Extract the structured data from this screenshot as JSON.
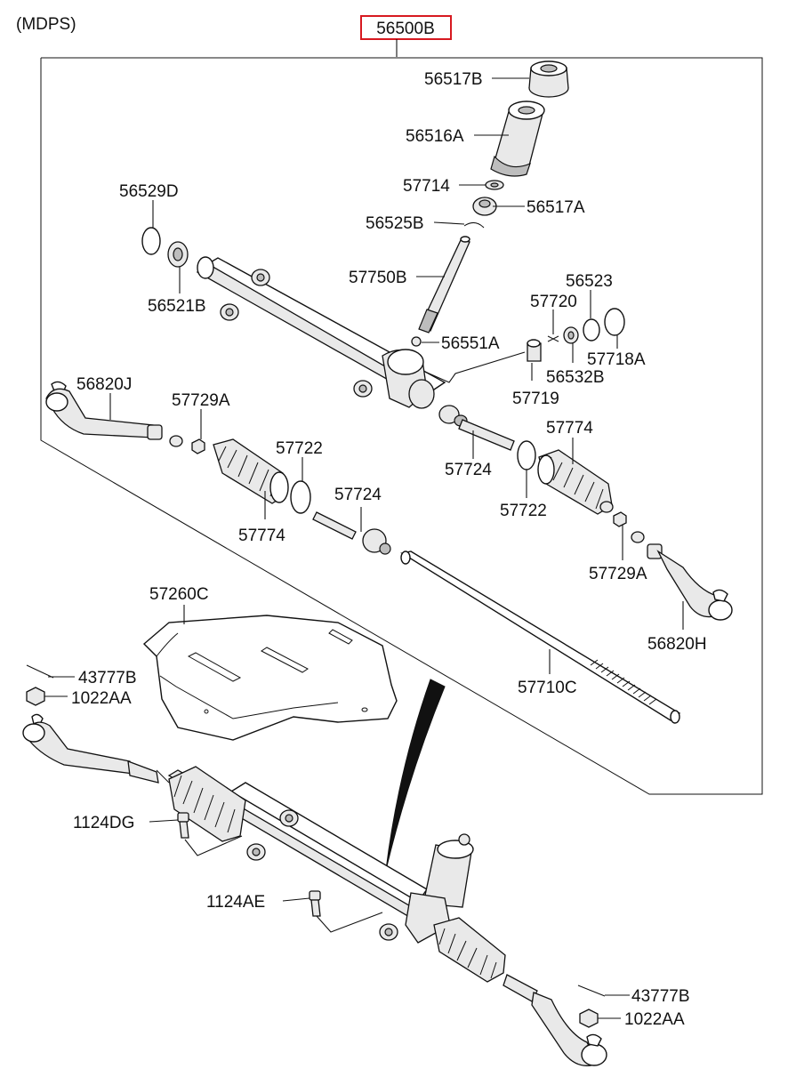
{
  "header": {
    "variant_label": "(MDPS)",
    "assembly_part_number": "56500B"
  },
  "labels": {
    "p56517B": "56517B",
    "p56516A": "56516A",
    "p57714": "57714",
    "p56517A": "56517A",
    "p56529D": "56529D",
    "p56525B": "56525B",
    "p57750B": "57750B",
    "p56521B": "56521B",
    "p56523": "56523",
    "p57720": "57720",
    "p56551A": "56551A",
    "p56532B": "56532B",
    "p57718A": "57718A",
    "p57719": "57719",
    "p56820J": "56820J",
    "p57729A_left": "57729A",
    "p57722_left": "57722",
    "p57774_right": "57774",
    "p57724_right": "57724",
    "p57722_right": "57722",
    "p57774_left": "57774",
    "p57724_left": "57724",
    "p57729A_right": "57729A",
    "p56820H": "56820H",
    "p57260C": "57260C",
    "p57710C": "57710C",
    "p43777B_left": "43777B",
    "p1022AA_left": "1022AA",
    "p1124DG": "1124DG",
    "p1124AE": "1124AE",
    "p43777B_right": "43777B",
    "p1022AA_right": "1022AA"
  },
  "colors": {
    "assembly_box": "#d71920",
    "line": "#111111",
    "background": "#ffffff"
  }
}
